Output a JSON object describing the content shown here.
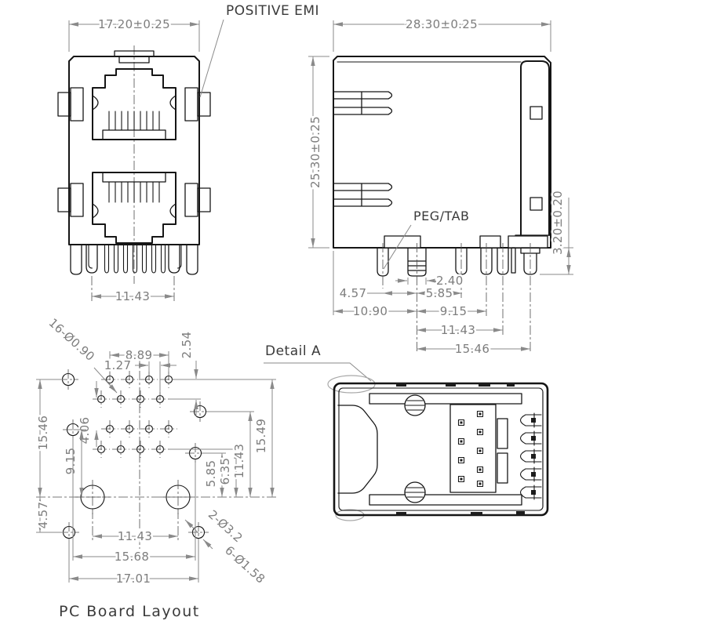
{
  "annotations": {
    "positive_emi": "POSITIVE EMI",
    "peg_tab": "PEG/TAB",
    "detail_a": "Detail A",
    "caption": "PC Board Layout"
  },
  "front_view": {
    "dim_width": "17.20±0.25",
    "dim_pin_span": "11.43"
  },
  "side_view": {
    "dim_width": "28.30±0.25",
    "dim_height": "25.30±0.25",
    "dim_leg_height": "3.20±0.20",
    "dim_peg_width": "2.40",
    "dim_offset_4_57": "4.57",
    "dim_offset_5_85": "5.85",
    "dim_offset_10_90": "10.90",
    "dim_offset_9_15": "9.15",
    "dim_offset_11_43": "11.43",
    "dim_offset_15_46": "15.46"
  },
  "board": {
    "callout_small_holes": "16-Ø0.90",
    "callout_big_holes": "2-Ø3.2",
    "callout_mid_holes": "6-Ø1.58",
    "dim_row_span_8_89": "8.89",
    "dim_stagger_1_27": "1.27",
    "dim_row_gap_2_54": "2.54",
    "dim_group_gap_4_06": "4.06",
    "dim_left_15_46": "15.46",
    "dim_left_9_15": "9.15",
    "dim_left_4_57": "4.57",
    "dim_right_5_85": "5.85",
    "dim_right_6_35": "6.35",
    "dim_right_11_43": "11.43",
    "dim_right_15_49": "15.49",
    "dim_bottom_11_43": "11.43",
    "dim_bottom_15_68": "15.68",
    "dim_bottom_17_01": "17.01"
  },
  "colors": {
    "object_line": "#161616",
    "dimension": "#8a8a8a",
    "label_text": "#3a3a3a",
    "background": "#ffffff"
  }
}
